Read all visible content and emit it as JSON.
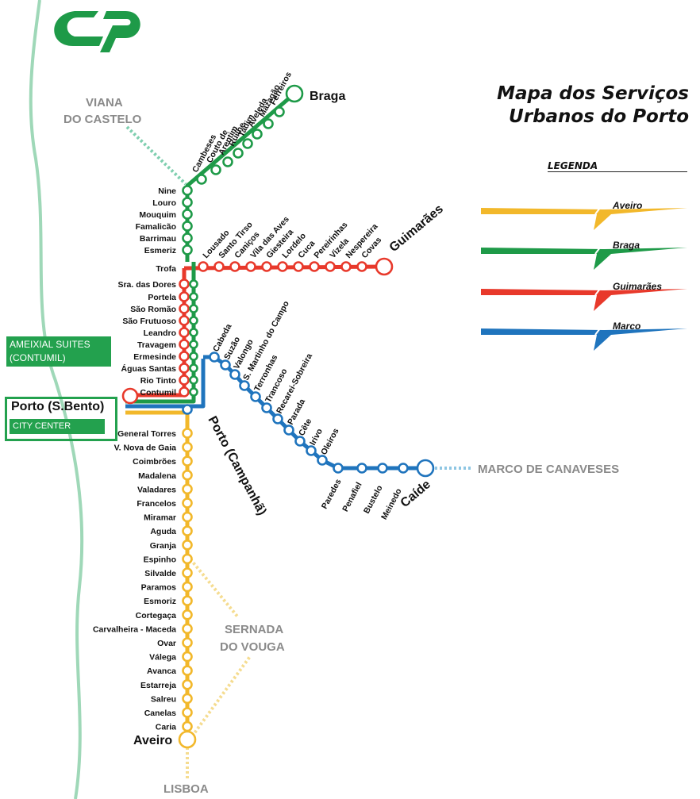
{
  "logo": {
    "icon": "cp-logo",
    "text": "CP"
  },
  "header": {
    "title_line1": "Mapa dos Serviços",
    "title_line2": "Urbanos do Porto"
  },
  "legend": {
    "title": "LEGENDA",
    "items": [
      {
        "label": "Aveiro",
        "color": "#f2b82b"
      },
      {
        "label": "Braga",
        "color": "#1e9a48"
      },
      {
        "label": "Guimarães",
        "color": "#e8392b"
      },
      {
        "label": "Marco",
        "color": "#1f74bd"
      }
    ]
  },
  "colors": {
    "aveiro": "#f2b82b",
    "braga": "#1e9a48",
    "guimaraes": "#e8392b",
    "marco": "#1f74bd",
    "coast": "#9fd8b8",
    "callout": "#23a14e",
    "grey_text": "#8a8a8a"
  },
  "callouts": {
    "hotel_line1": "AMEIXIAL SUITES",
    "hotel_line2": "(CONTUMIL)",
    "center_title": "Porto (S.Bento)",
    "center_sub": "CITY CENTER"
  },
  "terminals": {
    "braga": "Braga",
    "guimaraes": "Guimarães",
    "caide": "Caíde",
    "aveiro": "Aveiro",
    "campanha": "Porto (Campanhã)"
  },
  "external": {
    "viana1": "VIANA",
    "viana2": "DO CASTELO",
    "marco": "MARCO DE CANAVESES",
    "sernada1": "SERNADA",
    "sernada2": "DO VOUGA",
    "lisboa": "LISBOA"
  },
  "stations": {
    "braga": [
      "Ferreiros",
      "Mazagão",
      "Aveleda",
      "Tadim",
      "Ruilhe",
      "Arentim",
      "Couto de",
      "Cambeses"
    ],
    "trunk": [
      "Nine",
      "Louro",
      "Mouquim",
      "Famalicão",
      "Barrimau",
      "Esmeriz"
    ],
    "trofa": "Trofa",
    "guimaraes": [
      "Lousado",
      "Santo Tirso",
      "Caniços",
      "Vila das Aves",
      "Giesteira",
      "Lordelo",
      "Cuca",
      "Pereirinhas",
      "Vizela",
      "Nespereira",
      "Covas"
    ],
    "south_trunk": [
      "Sra. das Dores",
      "Portela",
      "São Romão",
      "São Frutuoso",
      "Leandro",
      "Travagem",
      "Ermesinde",
      "Águas Santas",
      "Rio Tinto",
      "Contumil"
    ],
    "marco": [
      "Cabeda",
      "Suzão",
      "Valongo",
      "S. Martinho do Campo",
      "Terronhas",
      "Trancoso",
      "Recarei-Sobreira",
      "Parada",
      "Cête",
      "Irivo",
      "Oleiros"
    ],
    "marco_lower": [
      "Paredes",
      "Penafiel",
      "Bustelo",
      "Meinedo"
    ],
    "aveiro": [
      "General Torres",
      "V. Nova de Gaia",
      "Coimbrões",
      "Madalena",
      "Valadares",
      "Francelos",
      "Miramar",
      "Aguda",
      "Granja",
      "Espinho",
      "Silvalde",
      "Paramos",
      "Esmoriz",
      "Cortegaça",
      "Carvalheira - Maceda",
      "Ovar",
      "Válega",
      "Avanca",
      "Estarreja",
      "Salreu",
      "Canelas",
      "Caria"
    ]
  }
}
